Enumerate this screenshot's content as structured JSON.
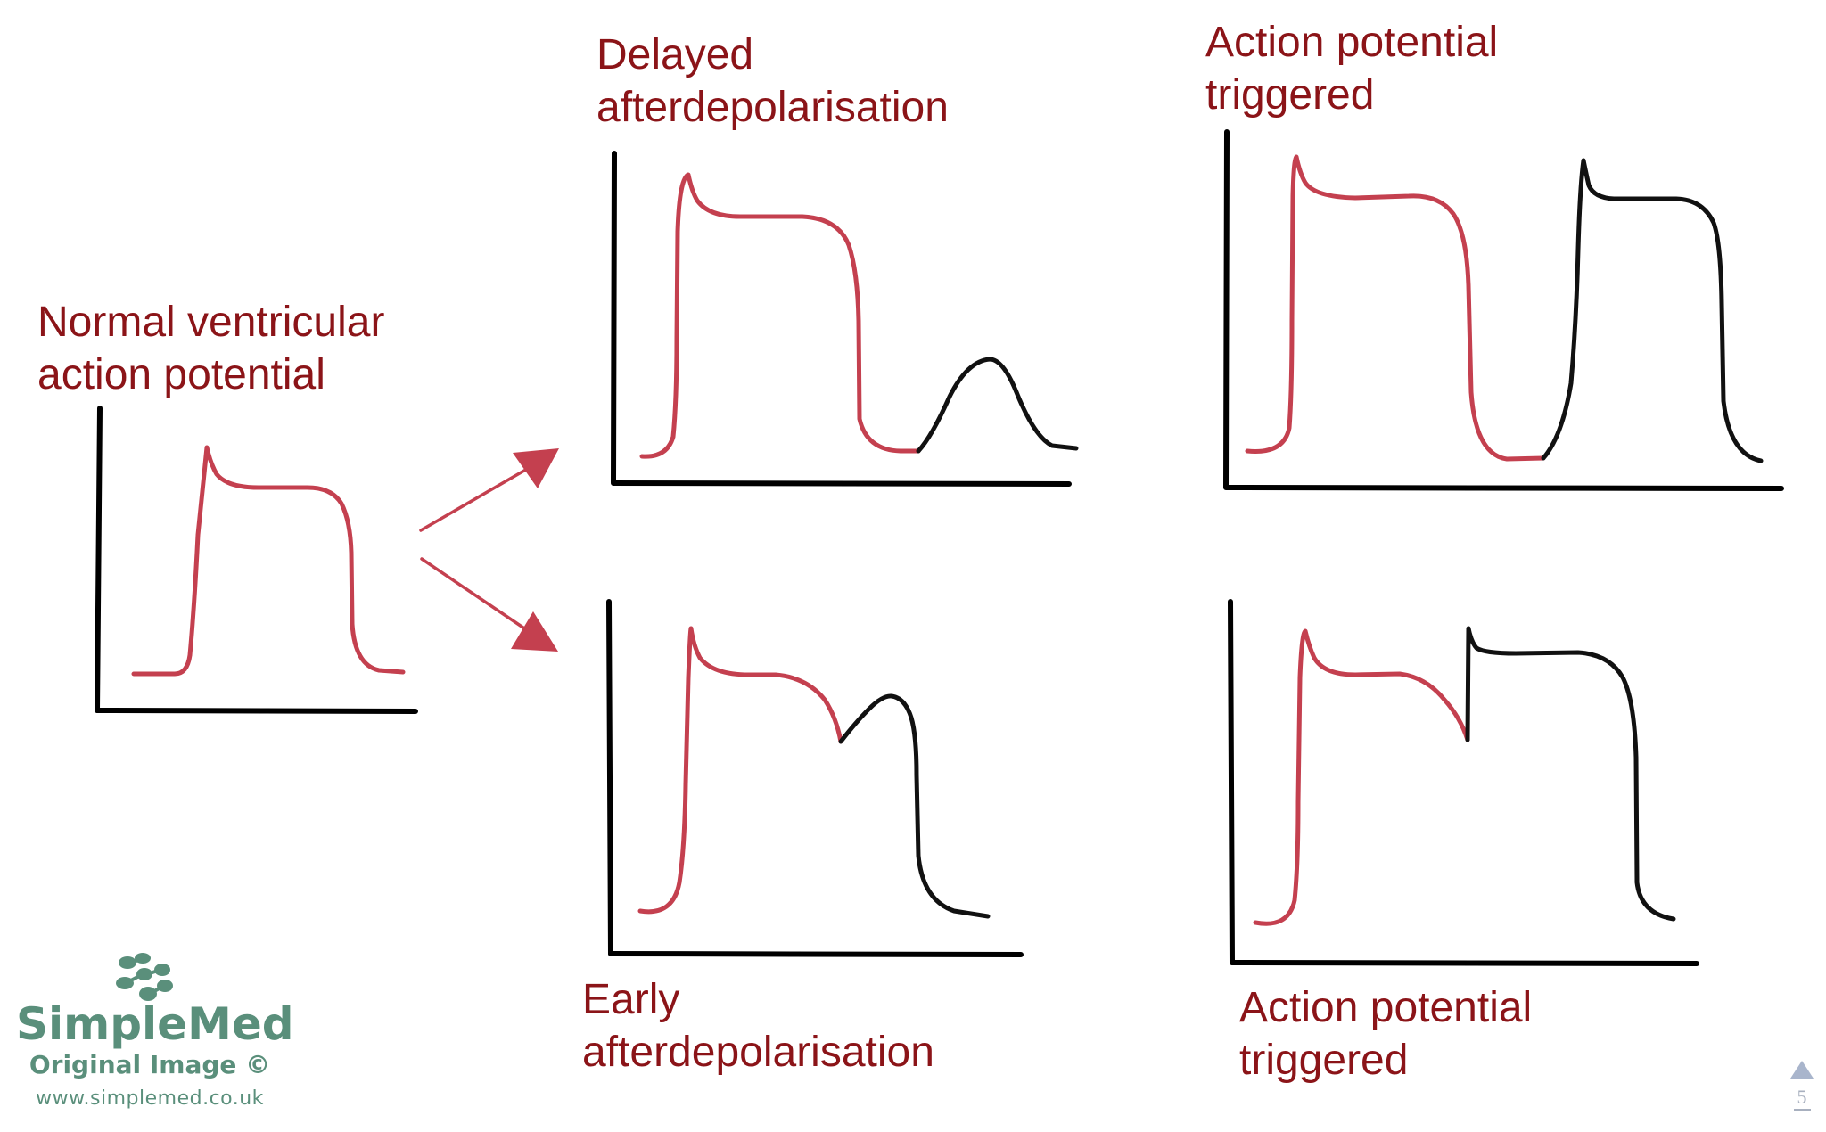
{
  "labels": {
    "normal": [
      "Normal ventricular",
      "action potential"
    ],
    "delayed": [
      "Delayed",
      "afterdepolarisation"
    ],
    "delayed_triggered": [
      "Action potential",
      "triggered"
    ],
    "early": [
      "Early",
      "afterdepolarisation"
    ],
    "early_triggered": [
      "Action potential",
      "triggered"
    ]
  },
  "colors": {
    "label": "#8b1418",
    "normal_curve": "#c4404f",
    "abnormal_curve": "#111111",
    "axis": "#000000",
    "logo": "#5a8f7b"
  },
  "logo": {
    "name": "SimpleMed",
    "subtitle": "Original Image ©",
    "url": "www.simplemed.co.uk"
  },
  "page_nav": {
    "page_number": "5"
  },
  "chart_data": [
    {
      "type": "line",
      "title": "Normal ventricular action potential",
      "series": [
        {
          "name": "normal AP",
          "color": "#c4404f",
          "shape": "baseline, rapid upstroke, spike, plateau, repolarisation, baseline"
        }
      ]
    },
    {
      "type": "line",
      "title": "Delayed afterdepolarisation",
      "series": [
        {
          "name": "normal AP",
          "color": "#c4404f"
        },
        {
          "name": "delayed afterdepolarisation (subthreshold bump after repolarisation)",
          "color": "#111111"
        }
      ]
    },
    {
      "type": "line",
      "title": "Action potential triggered (from delayed afterdepolarisation)",
      "series": [
        {
          "name": "normal AP",
          "color": "#c4404f"
        },
        {
          "name": "triggered AP",
          "color": "#111111"
        }
      ]
    },
    {
      "type": "line",
      "title": "Early afterdepolarisation",
      "series": [
        {
          "name": "normal AP (interrupted during plateau/repolarisation)",
          "color": "#c4404f"
        },
        {
          "name": "early afterdepolarisation",
          "color": "#111111"
        }
      ]
    },
    {
      "type": "line",
      "title": "Action potential triggered (from early afterdepolarisation)",
      "series": [
        {
          "name": "normal AP (interrupted)",
          "color": "#c4404f"
        },
        {
          "name": "triggered AP",
          "color": "#111111"
        }
      ]
    }
  ]
}
